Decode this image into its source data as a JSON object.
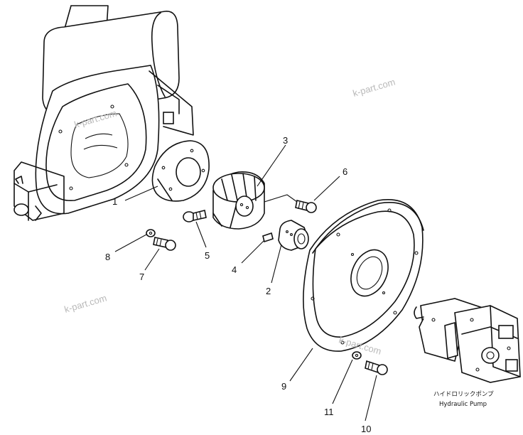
{
  "callouts": [
    "1",
    "2",
    "3",
    "4",
    "5",
    "6",
    "7",
    "8",
    "9",
    "10",
    "11"
  ],
  "caption": {
    "jp": "ハイドロリックポンプ",
    "en": "Hydraulic Pump"
  },
  "watermark": "k-part.com"
}
